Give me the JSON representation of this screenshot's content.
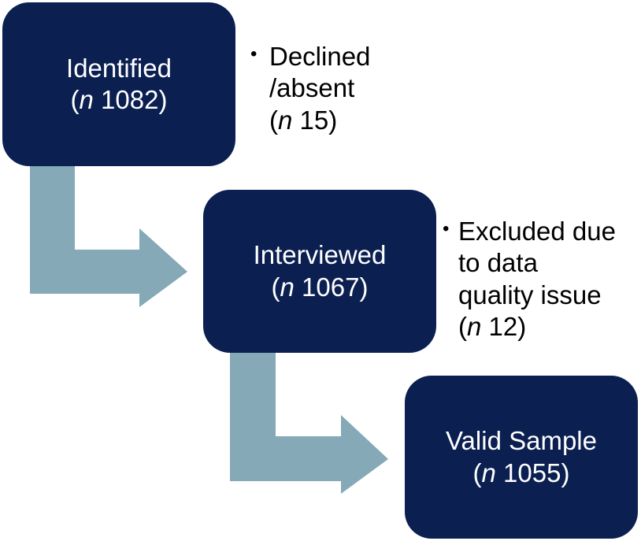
{
  "colors": {
    "box_fill": "#0b1f51",
    "box_text": "#ffffff",
    "arrow_fill": "#85a9b7",
    "note_text": "#000000"
  },
  "boxes": [
    {
      "label": "Identified",
      "n_prefix": "n",
      "n_value": "1082"
    },
    {
      "label": "Interviewed",
      "n_prefix": "n",
      "n_value": "1067"
    },
    {
      "label": "Valid Sample",
      "n_prefix": "n",
      "n_value": "1055"
    }
  ],
  "notes": [
    {
      "bullet": "•",
      "lines": [
        "Declined",
        "/absent"
      ],
      "n_prefix": "n",
      "n_value": "15"
    },
    {
      "bullet": "•",
      "lines": [
        "Excluded due",
        "to data",
        "quality issue"
      ],
      "n_prefix": "n",
      "n_value": "12"
    }
  ]
}
